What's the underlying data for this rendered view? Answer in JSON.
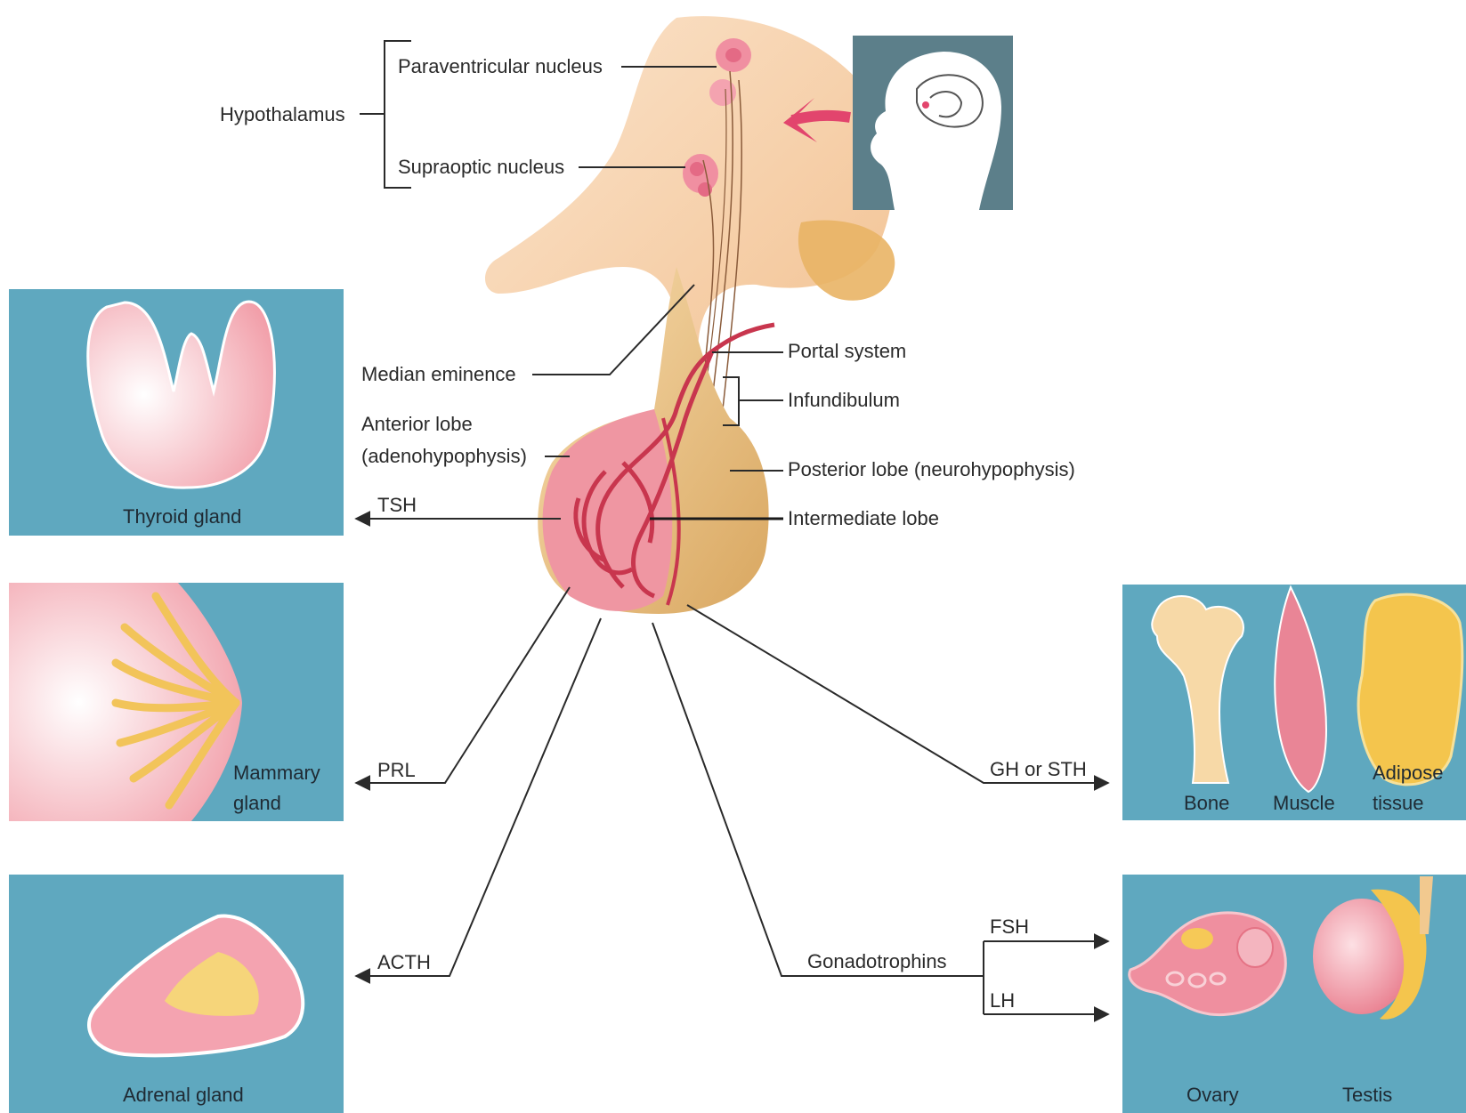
{
  "hypothalamus": {
    "label": "Hypothalamus",
    "paraventricular": "Paraventricular nucleus",
    "supraoptic": "Supraoptic nucleus"
  },
  "pituitary": {
    "median_eminence": "Median eminence",
    "portal_system": "Portal system",
    "infundibulum": "Infundibulum",
    "anterior_lobe_1": "Anterior lobe",
    "anterior_lobe_2": "(adenohypophysis)",
    "posterior_lobe": "Posterior lobe (neurohypophysis)",
    "intermediate_lobe": "Intermediate lobe"
  },
  "hormones": {
    "tsh": "TSH",
    "prl": "PRL",
    "acth": "ACTH",
    "gh": "GH or STH",
    "gonadotrophins": "Gonadotrophins",
    "fsh": "FSH",
    "lh": "LH"
  },
  "targets": {
    "thyroid": "Thyroid gland",
    "mammary_1": "Mammary",
    "mammary_2": "gland",
    "adrenal": "Adrenal gland",
    "bone": "Bone",
    "muscle": "Muscle",
    "adipose_1": "Adipose",
    "adipose_2": "tissue",
    "ovary": "Ovary",
    "testis": "Testis"
  },
  "colors": {
    "panel_blue": "#5fa8bf",
    "tissue_pink": "#f4a3b0",
    "gland_tan": "#f2c98f",
    "vessel_red": "#c8364e",
    "arrow_magenta": "#e2456d",
    "inset_gray": "#5c7f8a"
  }
}
